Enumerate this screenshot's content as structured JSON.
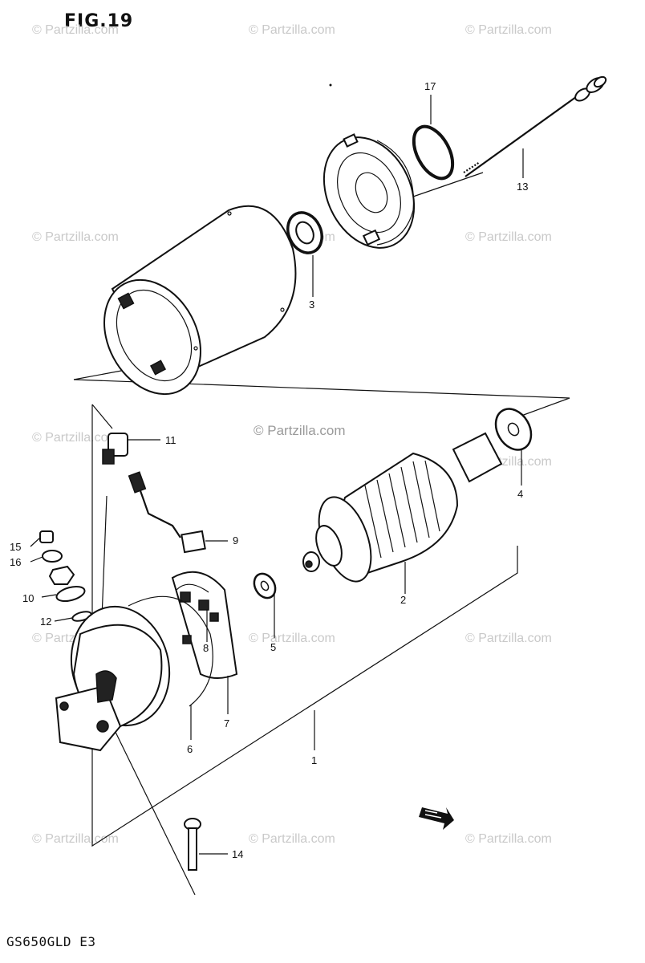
{
  "figure": {
    "title": "FIG.19",
    "model_code": "GS650GLD E3"
  },
  "watermark": {
    "text": "© Partzilla.com",
    "featured_text": "© Partzilla.com"
  },
  "callouts": {
    "c1": "1",
    "c2": "2",
    "c3": "3",
    "c4": "4",
    "c5": "5",
    "c6": "6",
    "c7": "7",
    "c8": "8",
    "c9": "9",
    "c10": "10",
    "c11": "11",
    "c12": "12",
    "c13": "13",
    "c14": "14",
    "c15": "15",
    "c16": "16",
    "c17": "17"
  },
  "icons": {
    "forward_arrow": "fwd-arrow-icon"
  }
}
